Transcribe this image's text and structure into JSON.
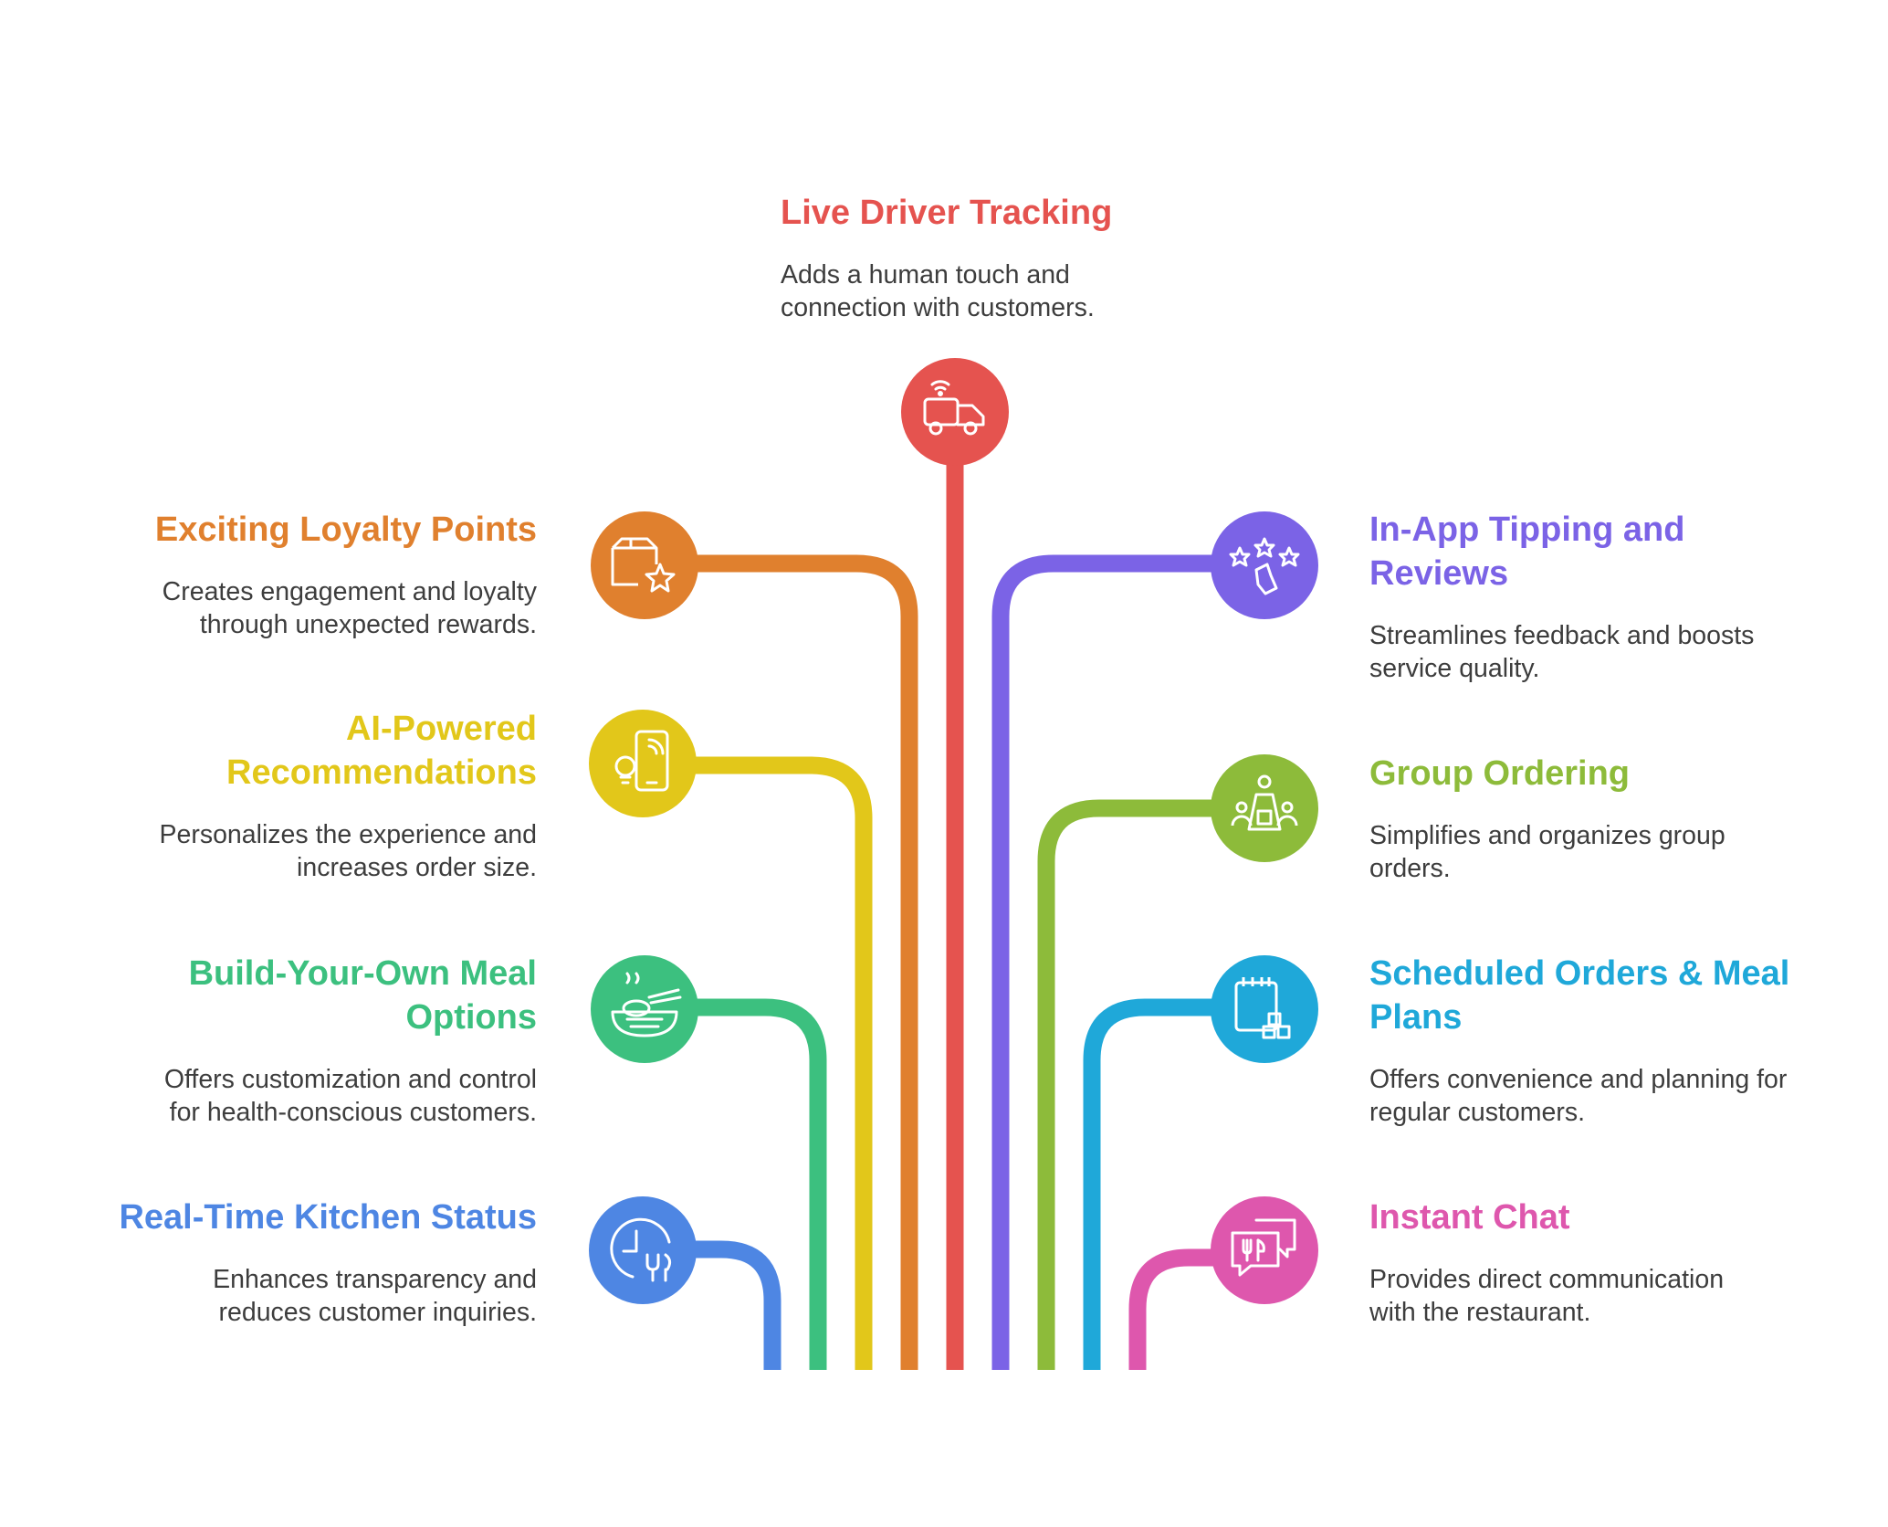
{
  "items": [
    {
      "title": "Live Driver Tracking",
      "desc": "Adds a human touch and connection with customers.",
      "color": "#E5534F",
      "icon": "truck-icon"
    },
    {
      "title": "Exciting Loyalty Points",
      "desc": "Creates engagement and loyalty through unexpected rewards.",
      "color": "#E0802E",
      "icon": "box-star-icon"
    },
    {
      "title": "In-App Tipping and Reviews",
      "desc": "Streamlines feedback and boosts service quality.",
      "color": "#7B63E6",
      "icon": "stars-hand-icon"
    },
    {
      "title": "AI-Powered Recommendations",
      "desc": "Personalizes the experience and increases order size.",
      "color": "#E2C71A",
      "icon": "phone-bulb-icon"
    },
    {
      "title": "Group Ordering",
      "desc": "Simplifies and organizes group orders.",
      "color": "#8DBB3A",
      "icon": "group-table-icon"
    },
    {
      "title": "Build-Your-Own Meal Options",
      "desc": "Offers customization and control for health-conscious customers.",
      "color": "#3CC07F",
      "icon": "bowl-icon"
    },
    {
      "title": "Scheduled Orders & Meal Plans",
      "desc": "Offers convenience and planning for regular customers.",
      "color": "#1FA8D9",
      "icon": "calendar-blocks-icon"
    },
    {
      "title": "Real-Time Kitchen Status",
      "desc": "Enhances transparency and reduces customer inquiries.",
      "color": "#4E86E3",
      "icon": "clock-utensils-icon"
    },
    {
      "title": "Instant Chat",
      "desc": "Provides direct communication with the restaurant.",
      "color": "#DE57AD",
      "icon": "chat-utensils-icon"
    }
  ]
}
